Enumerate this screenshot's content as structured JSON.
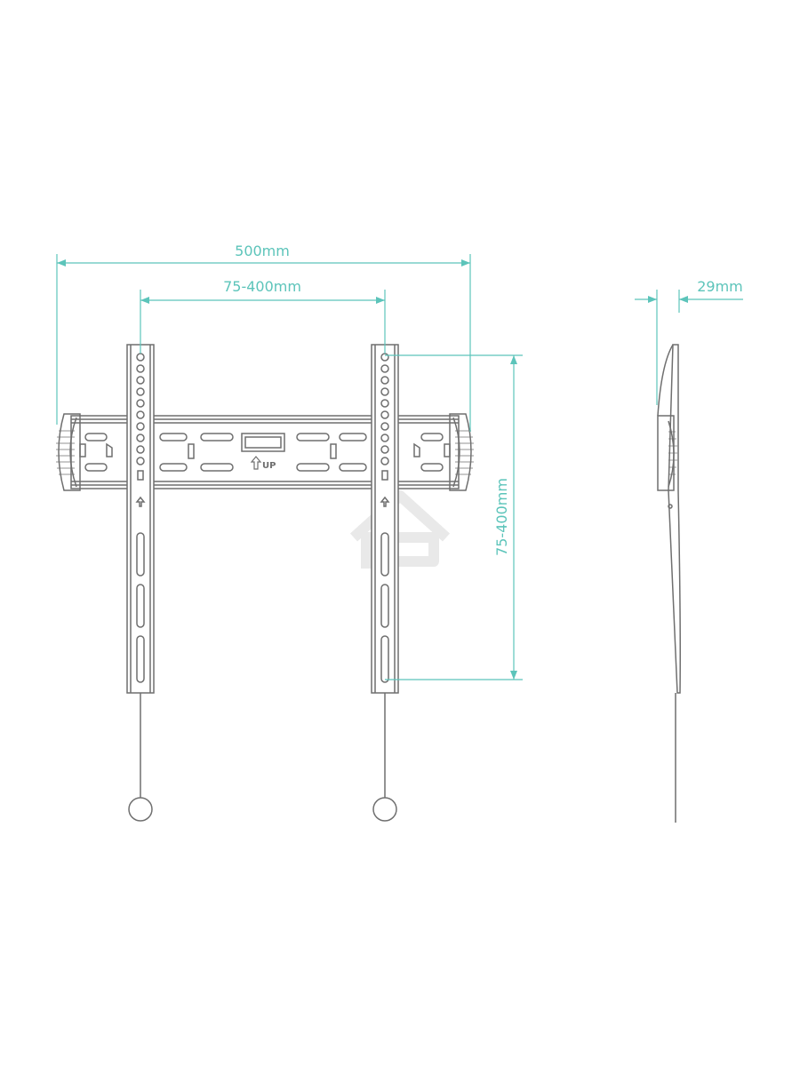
{
  "colors": {
    "dimension": "#5cc4ba",
    "outline": "#6f6f6f",
    "watermark": "#e9e9e9",
    "background": "#ffffff"
  },
  "dimensions": {
    "overall_width": "500mm",
    "horizontal_hole_spacing": "75-400mm",
    "vertical_hole_spacing": "75-400mm",
    "depth": "29mm"
  },
  "bracket": {
    "up_label": "UP",
    "arrow_icon": "arrow-up-icon"
  },
  "watermark_icon": "house-logo-icon"
}
